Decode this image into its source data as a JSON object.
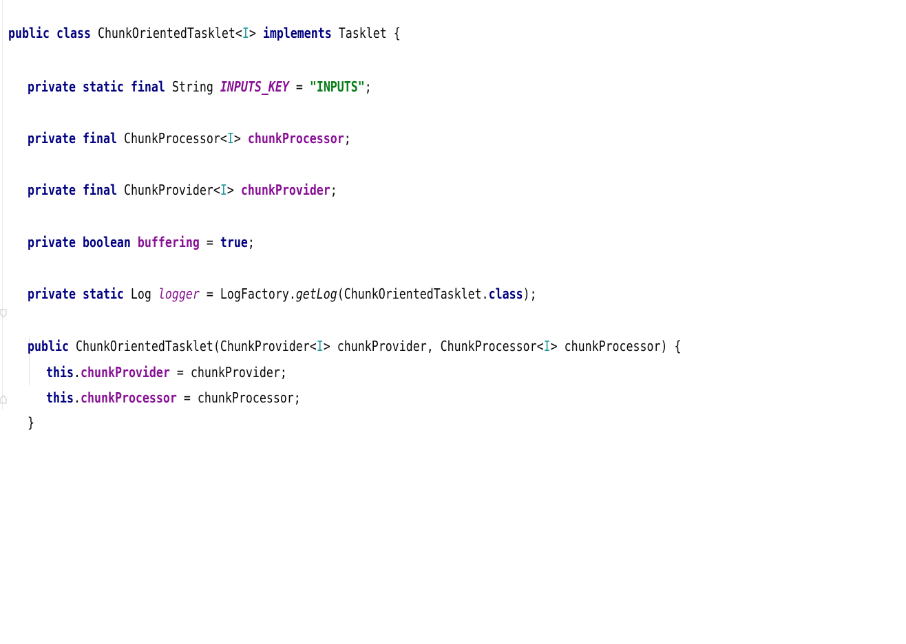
{
  "code": {
    "line1": {
      "kw_public": "public",
      "kw_class": "class",
      "class_name": "ChunkOrientedTasklet",
      "lt": "<",
      "type_param": "I",
      "gt": ">",
      "kw_implements": "implements",
      "interface_name": "Tasklet",
      "brace_open": "{"
    },
    "line2": {
      "kw_private": "private",
      "kw_static": "static",
      "kw_final": "final",
      "type": "String",
      "field": "INPUTS_KEY",
      "eq": "=",
      "string": "\"INPUTS\"",
      "semi": ";"
    },
    "line3": {
      "kw_private": "private",
      "kw_final": "final",
      "type": "ChunkProcessor",
      "lt": "<",
      "type_param": "I",
      "gt": ">",
      "field": "chunkProcessor",
      "semi": ";"
    },
    "line4": {
      "kw_private": "private",
      "kw_final": "final",
      "type": "ChunkProvider",
      "lt": "<",
      "type_param": "I",
      "gt": ">",
      "field": "chunkProvider",
      "semi": ";"
    },
    "line5": {
      "kw_private": "private",
      "kw_boolean": "boolean",
      "field": "buffering",
      "eq": "=",
      "kw_true": "true",
      "semi": ";"
    },
    "line6": {
      "kw_private": "private",
      "kw_static": "static",
      "type": "Log",
      "field": "logger",
      "eq": "=",
      "factory": "LogFactory.",
      "method": "getLog",
      "paren_open": "(ChunkOrientedTasklet.",
      "kw_class": "class",
      "paren_close": ");"
    },
    "line7": {
      "kw_public": "public",
      "ctor_name": "ChunkOrientedTasklet(ChunkProvider",
      "lt1": "<",
      "type_param1": "I",
      "gt1": ">",
      "param1": "chunkProvider, ChunkProcessor",
      "lt2": "<",
      "type_param2": "I",
      "gt2": ">",
      "param2": "chunkProcessor) {"
    },
    "line8": {
      "kw_this": "this",
      "dot": ".",
      "field": "chunkProvider",
      "rest": "= chunkProvider;"
    },
    "line9": {
      "kw_this": "this",
      "dot": ".",
      "field": "chunkProcessor",
      "rest": "= chunkProcessor;"
    },
    "line10": {
      "brace_close": "}"
    }
  }
}
